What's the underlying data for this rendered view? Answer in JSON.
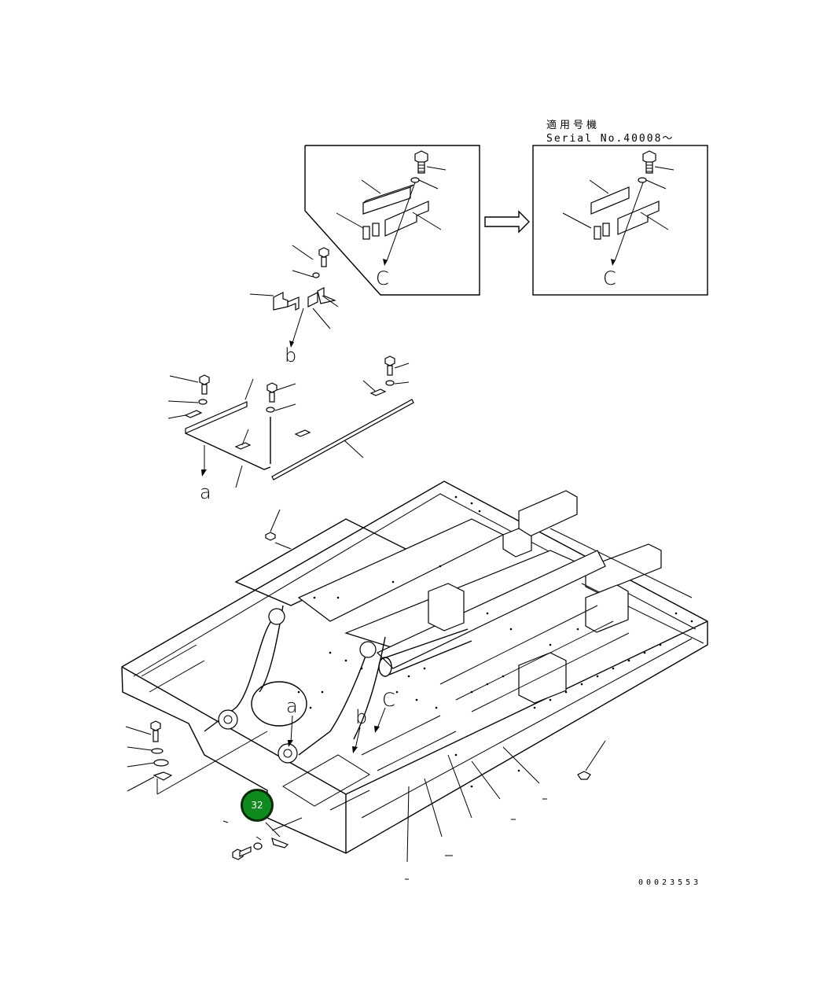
{
  "header": {
    "applicable_label": "適用号機",
    "serial_label": "Serial No.40008〜"
  },
  "view_refs": {
    "c_left": "C",
    "c_right": "C",
    "b_top": "b",
    "a_top": "a",
    "a_bottom": "a",
    "b_bottom": "b",
    "c_bottom": "C"
  },
  "callout": {
    "number": "32",
    "color": "#0e8a1e"
  },
  "drawing_number": "00023553"
}
